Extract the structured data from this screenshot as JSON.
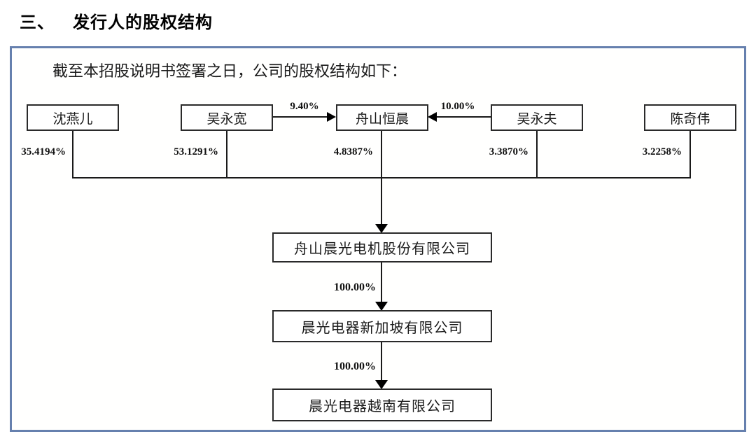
{
  "page": {
    "section_number": "三、",
    "section_title": "发行人的股权结构",
    "intro": "截至本招股说明书签署之日，公司的股权结构如下："
  },
  "colors": {
    "frame_border": "#6680ae",
    "node_border": "#2a2a2a",
    "line": "#1a1a1a",
    "text": "#111111"
  },
  "shareholders": [
    {
      "name": "沈燕儿",
      "percent": "35.4194%"
    },
    {
      "name": "吴永宽",
      "percent": "53.1291%"
    },
    {
      "name": "舟山恒晨",
      "percent": "4.8387%"
    },
    {
      "name": "吴永夫",
      "percent": "3.3870%"
    },
    {
      "name": "陈奇伟",
      "percent": "3.2258%"
    }
  ],
  "cross_holdings": [
    {
      "from": "吴永宽",
      "to": "舟山恒晨",
      "percent": "9.40%",
      "direction": "right"
    },
    {
      "from": "吴永夫",
      "to": "舟山恒晨",
      "percent": "10.00%",
      "direction": "left"
    }
  ],
  "companies": [
    {
      "name": "舟山晨光电机股份有限公司"
    },
    {
      "name": "晨光电器新加坡有限公司"
    },
    {
      "name": "晨光电器越南有限公司"
    }
  ],
  "ownership_links": [
    {
      "from": "舟山晨光电机股份有限公司",
      "to": "晨光电器新加坡有限公司",
      "percent": "100.00%"
    },
    {
      "from": "晨光电器新加坡有限公司",
      "to": "晨光电器越南有限公司",
      "percent": "100.00%"
    }
  ]
}
